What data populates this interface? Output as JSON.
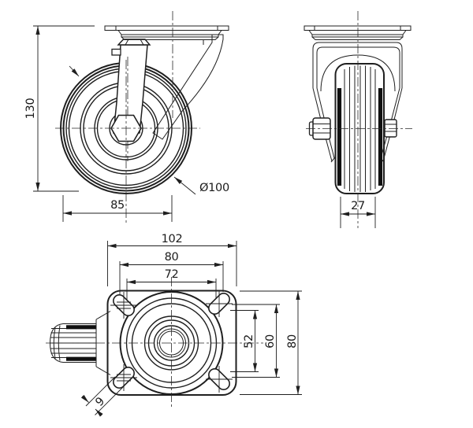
{
  "drawing": {
    "type": "caster-wheel-technical-drawing",
    "views": {
      "front": {
        "overall_height": "130",
        "offset_to_axis": "85",
        "wheel_diameter": "Ø100"
      },
      "side": {
        "wheel_width": "27"
      },
      "plan": {
        "plate_width": "102",
        "bolt_span_horizontal_max": "80",
        "bolt_span_horizontal_min": "72",
        "bolt_span_vertical_min": "52",
        "bolt_span_vertical_max": "60",
        "plate_depth": "80",
        "slot_width": "9"
      }
    },
    "colors": {
      "line": "#1f1f1f",
      "background": "#ffffff"
    }
  }
}
